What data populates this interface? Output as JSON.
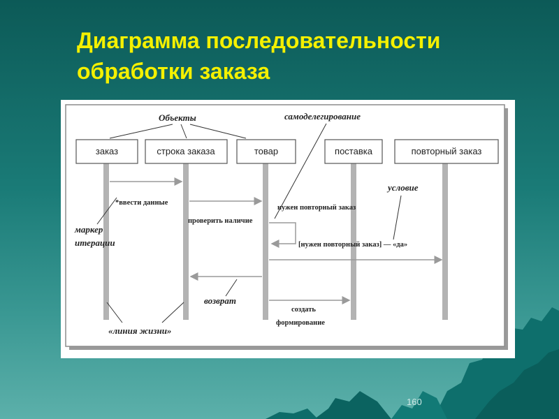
{
  "slide": {
    "title_line1": "Диаграмма последовательности",
    "title_line2": "обработки заказа",
    "page_number": "160"
  },
  "colors": {
    "title": "#f4f000",
    "background_top": "#0c5a57",
    "background_bottom": "#5cb0aa",
    "lifeline": "#b3b3b3"
  },
  "diagram": {
    "objects_label": "Объекты",
    "self_delegation_label": "самоделегирование",
    "condition_label": "условие",
    "iteration_marker_line1": "маркер",
    "iteration_marker_line2": "итерации",
    "return_label": "возврат",
    "lifeline_label": "«линия жизни»",
    "objects": [
      "заказ",
      "строка заказа",
      "товар",
      "поставка",
      "повторный заказ"
    ],
    "messages": {
      "enter_data": "*ввести данные",
      "check_stock": "проверить наличие",
      "reorder_needed": "нужен повторный заказ",
      "reorder_condition": "[нужен повторный заказ] — «да»",
      "create_line1": "создать",
      "create_line2": "формирование"
    }
  }
}
